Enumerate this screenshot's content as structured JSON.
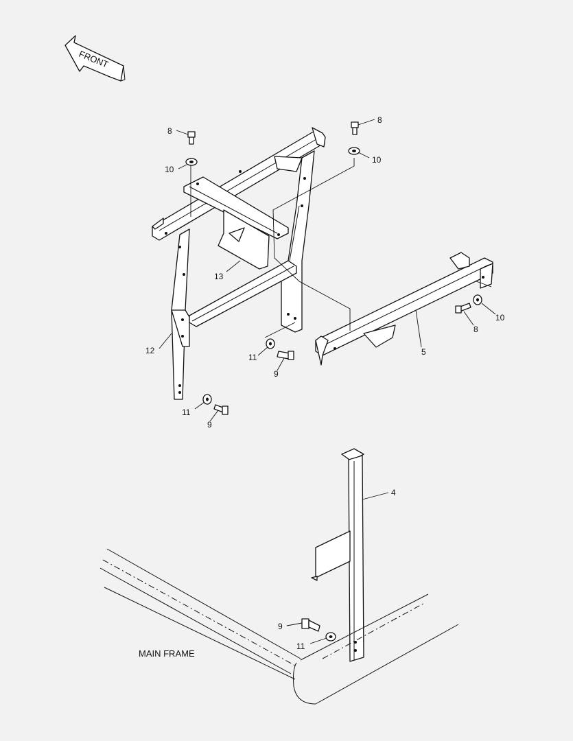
{
  "front_label": "FRONT",
  "main_frame_label": "MAIN FRAME",
  "callouts": {
    "p8a": "8",
    "p10a": "10",
    "p8b": "8",
    "p10b": "10",
    "p13": "13",
    "p12": "12",
    "p11a": "11",
    "p9a": "9",
    "p11b": "11",
    "p9b": "9",
    "p5": "5",
    "p10c": "10",
    "p8c": "8",
    "p4": "4",
    "p9c": "9",
    "p11c": "11"
  }
}
